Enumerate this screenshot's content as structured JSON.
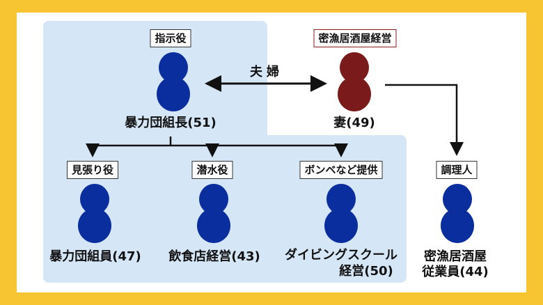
{
  "roles": {
    "leader": "指示役",
    "wife": "密漁居酒屋経営",
    "lookout": "見張り役",
    "diver": "潜水役",
    "supplier": "ボンベなど提供",
    "cook": "調理人"
  },
  "people": {
    "leader": "暴力団組長(51)",
    "wife": "妻(49)",
    "lookout": "暴力団組員(47)",
    "diver": "飲食店経営(43)",
    "supplier_line1": "ダイビングスクール",
    "supplier_line2": "経営(50)",
    "cook_line1": "密漁居酒屋",
    "cook_line2": "従業員(44)"
  },
  "relation": "夫婦",
  "colors": {
    "group": "#d5e6f7",
    "blue_person": "#0a2e9e",
    "red_person": "#7a1a1a",
    "frame": "#f7c531"
  }
}
